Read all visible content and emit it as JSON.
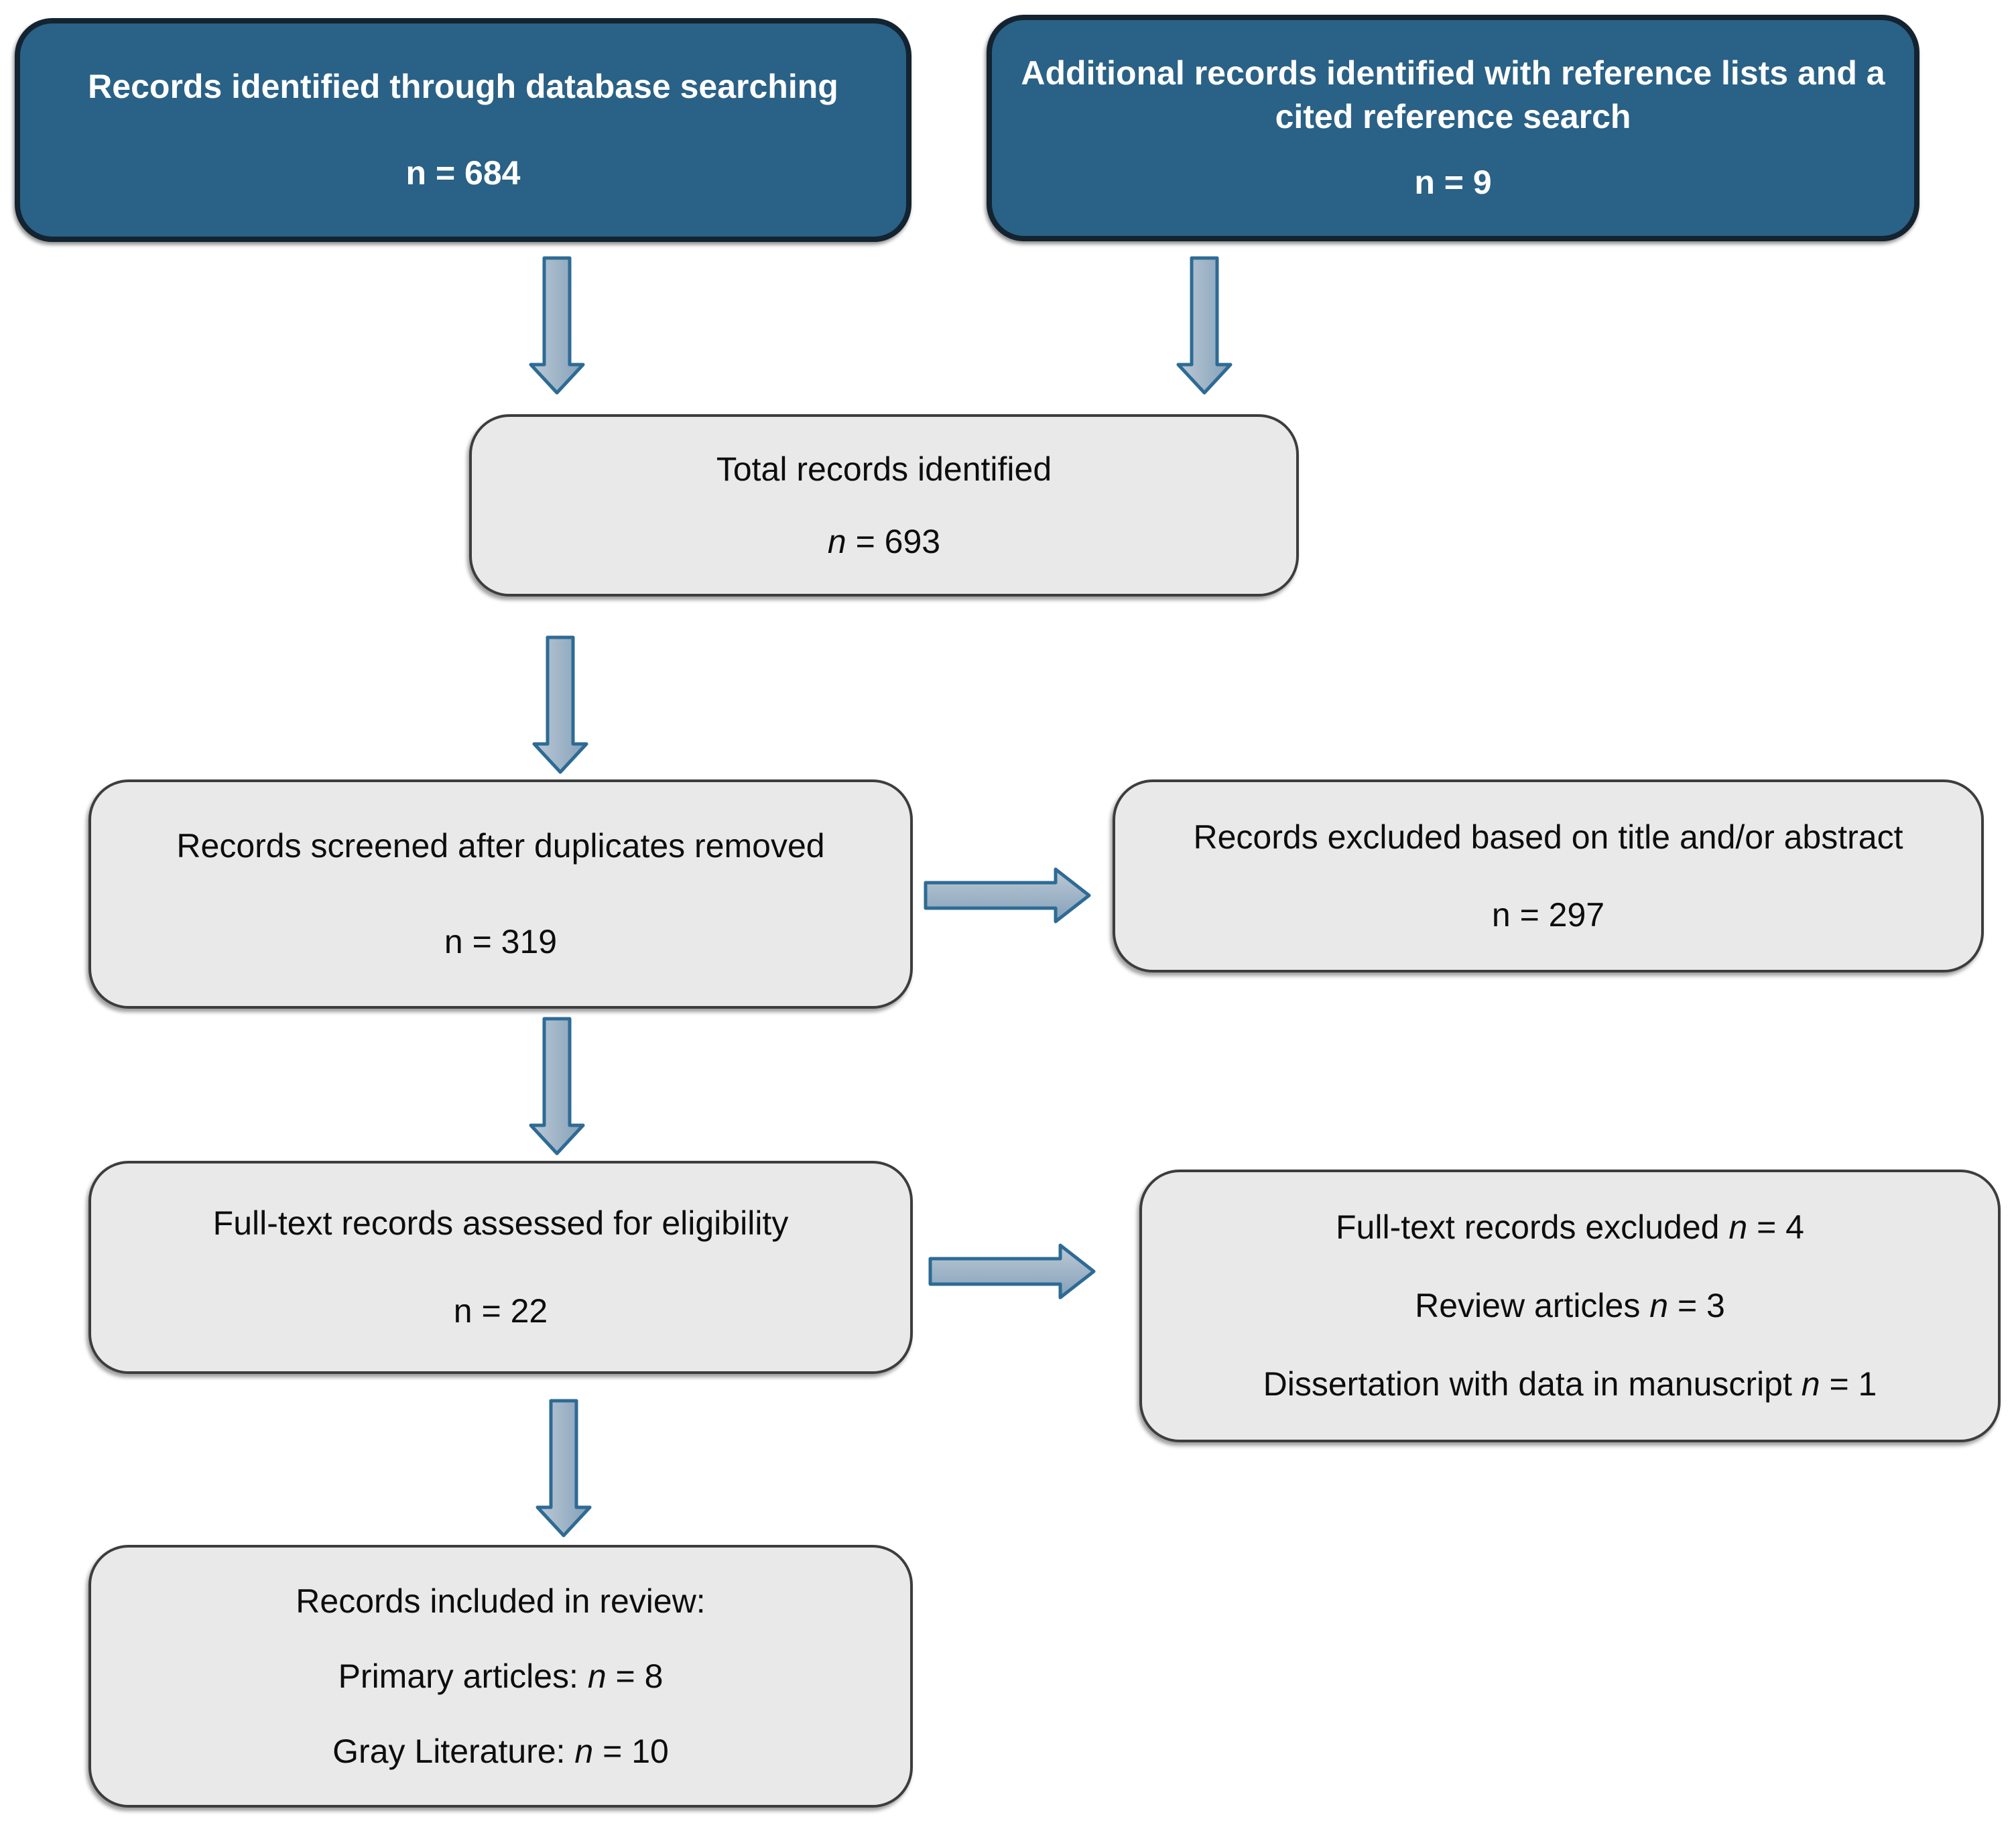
{
  "figure": {
    "type": "prisma-flow-diagram",
    "background": "#ffffff"
  },
  "colors": {
    "dark_fill": "#2a6186",
    "dark_border": "#132330",
    "gray_fill": "#e9e9e9",
    "gray_border": "#3d3d3d",
    "arrow_fill_light": "#bcc9d6",
    "arrow_fill_dark": "#84a0b9",
    "arrow_border": "#2e6b94",
    "text_light": "#ffffff",
    "text_dark": "#0d0d0d"
  },
  "boxes": {
    "database_search": {
      "style": "dark",
      "lines": [
        {
          "segments": [
            {
              "t": "Records identified through database searching"
            }
          ]
        },
        {
          "segments": [
            {
              "t": "n = 684"
            }
          ]
        }
      ]
    },
    "reference_search": {
      "style": "dark",
      "lines": [
        {
          "segments": [
            {
              "t": "Additional records identified with reference lists and a cited reference search"
            }
          ]
        },
        {
          "segments": [
            {
              "t": "n = 9"
            }
          ]
        }
      ]
    },
    "total_identified": {
      "style": "gray",
      "lines": [
        {
          "segments": [
            {
              "t": "Total records identified"
            }
          ]
        },
        {
          "segments": [
            {
              "t": "n",
              "italic": true
            },
            {
              "t": " = 693"
            }
          ]
        }
      ]
    },
    "screened": {
      "style": "gray",
      "lines": [
        {
          "segments": [
            {
              "t": "Records screened after duplicates removed"
            }
          ]
        },
        {
          "segments": [
            {
              "t": "n = 319"
            }
          ]
        }
      ]
    },
    "excluded_title_abstract": {
      "style": "gray",
      "lines": [
        {
          "segments": [
            {
              "t": "Records excluded based on title and/or abstract"
            }
          ]
        },
        {
          "segments": [
            {
              "t": "n = 297"
            }
          ]
        }
      ]
    },
    "fulltext_assessed": {
      "style": "gray",
      "lines": [
        {
          "segments": [
            {
              "t": "Full-text records assessed for eligibility"
            }
          ]
        },
        {
          "segments": [
            {
              "t": "n = 22"
            }
          ]
        }
      ]
    },
    "fulltext_excluded": {
      "style": "gray",
      "lines": [
        {
          "segments": [
            {
              "t": "Full-text records excluded "
            },
            {
              "t": "n",
              "italic": true
            },
            {
              "t": " = 4"
            }
          ]
        },
        {
          "segments": [
            {
              "t": "Review articles "
            },
            {
              "t": "n",
              "italic": true
            },
            {
              "t": " = 3"
            }
          ]
        },
        {
          "segments": [
            {
              "t": "Dissertation with data in manuscript "
            },
            {
              "t": "n",
              "italic": true
            },
            {
              "t": " = 1"
            }
          ]
        }
      ]
    },
    "included": {
      "style": "gray",
      "lines": [
        {
          "segments": [
            {
              "t": "Records included in review:"
            }
          ]
        },
        {
          "segments": [
            {
              "t": "Primary articles: "
            },
            {
              "t": "n",
              "italic": true
            },
            {
              "t": " = 8"
            }
          ]
        },
        {
          "segments": [
            {
              "t": "Gray Literature: "
            },
            {
              "t": "n",
              "italic": true
            },
            {
              "t": " = 10"
            }
          ]
        }
      ]
    }
  },
  "arrows": [
    {
      "name": "arrow-database-to-total",
      "direction": "down"
    },
    {
      "name": "arrow-reference-to-total",
      "direction": "down"
    },
    {
      "name": "arrow-total-to-screened",
      "direction": "down"
    },
    {
      "name": "arrow-screened-to-excluded",
      "direction": "right"
    },
    {
      "name": "arrow-screened-to-fulltext",
      "direction": "down"
    },
    {
      "name": "arrow-fulltext-to-excluded",
      "direction": "right"
    },
    {
      "name": "arrow-fulltext-to-included",
      "direction": "down"
    }
  ]
}
